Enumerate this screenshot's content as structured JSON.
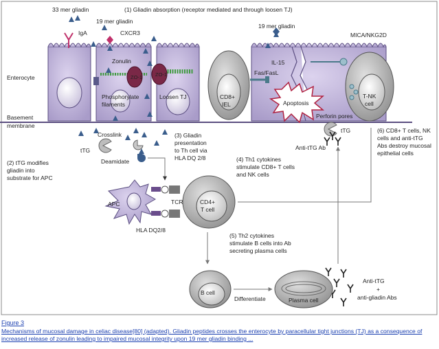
{
  "labels": {
    "gliadin33": "33 mer gliadin",
    "gliadin19_top": "19 mer gliadin",
    "iga": "IgA",
    "cxcr3": "CXCR3",
    "step1": "(1) Gliadin absorption (receptor mediated and through loosen TJ)",
    "gliadin19_right": "19 mer gliadin",
    "mica": "MICA/NKG2D",
    "enterocyte": "Enterocyte",
    "zonulin": "Zonulin",
    "zo1a": "ZO-1",
    "zo1b": "ZO-1",
    "phos1": "Phosphorylate",
    "phos2": "filaments",
    "loosen": "Loosen TJ",
    "fas": "Fas/FasL",
    "il15": "IL-15",
    "cd8_1": "CD8+",
    "cd8_2": "IEL",
    "apoptosis": "Apoptosis",
    "tnk1": "T-NK",
    "tnk2": "cell",
    "basement1": "Basement",
    "basement2": "membrane",
    "perforin": "Perforin pores",
    "crosslink": "Crosslink",
    "ttg_left": "tTG",
    "deamidate": "Deamidate",
    "step2": [
      "(2) tTG modifies",
      "gliadin into",
      "substrate for APC"
    ],
    "step3": [
      "(3) Gliadin",
      "presentation",
      "to Th cell via",
      "HLA DQ 2/8"
    ],
    "step4": [
      "(4) Th1 cytokines",
      "stimulate CD8+ T cells",
      "and NK cells"
    ],
    "ttg_right": "tTG",
    "anti_ttg_ab": "Anti-tTG Ab",
    "step6": [
      "(6) CD8+ T cells, NK",
      "cells and anti-tTG",
      "Abs destroy mucosal",
      "epithelial cells"
    ],
    "apc": "APC",
    "tcr": "TCR",
    "cd4_1": "CD4+",
    "cd4_2": "T cell",
    "hla": "HLA DQ2/8",
    "step5": [
      "(5) Th2 cytokines",
      "stimulate B cells into Ab",
      "secreting plasma cells"
    ],
    "bcell": "B cell",
    "differentiate": "Differentiate",
    "plasma": "Plasma cell",
    "abs": [
      "Anti-tTG",
      "+",
      "anti-gliadin Abs"
    ]
  },
  "caption": {
    "title": "Figure 3",
    "text": "Mechanisms of mucosal damage in celiac disease[80] (adapted). Gliadin peptides crosses the enterocyte by paracellular tight junctions (TJ) as a consequence of increased release of zonulin leading to impaired mucosal integrity upon 19 mer gliadin binding ..."
  },
  "colors": {
    "cell": "#c8bce0",
    "cell_edge": "#5a4d80",
    "immune": "#c0c0c0",
    "immune_edge": "#555555",
    "gliadin": "#3a5d8c",
    "antibody": "#222222",
    "caption": "#1a3fb0"
  }
}
